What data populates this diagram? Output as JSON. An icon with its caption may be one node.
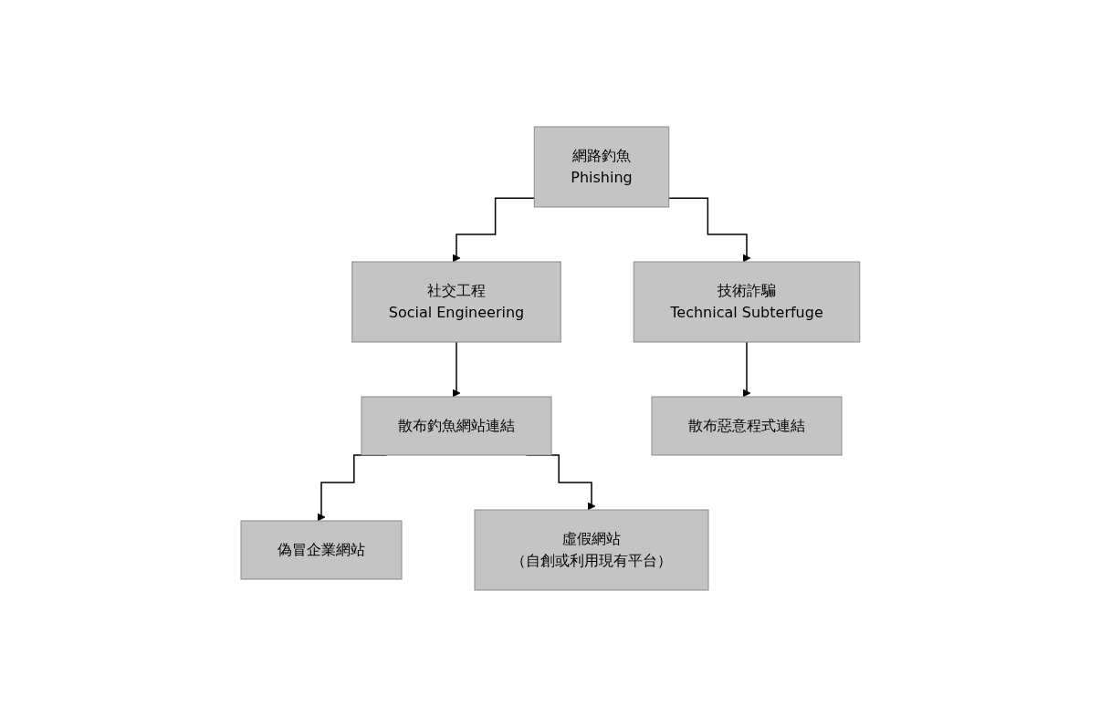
{
  "diagram": {
    "nodes": [
      {
        "text": [
          "網路釣魚",
          "Phishing"
        ]
      },
      {
        "text": [
          "社交工程",
          "Social Engineering"
        ]
      },
      {
        "text": [
          "技術詐騙",
          "Technical Subterfuge"
        ]
      },
      {
        "text": [
          "散布釣魚網站連結"
        ]
      },
      {
        "text": [
          "散布惡意程式連結"
        ]
      },
      {
        "text": [
          "偽冒企業網站"
        ]
      },
      {
        "text": [
          "虛假網站",
          "（自創或利用現有平台）"
        ]
      }
    ],
    "edges": [
      {
        "from": 0,
        "to": 1,
        "arrow": "to"
      },
      {
        "from": 0,
        "to": 2,
        "arrow": "to"
      },
      {
        "from": 1,
        "to": 3,
        "arrow": "to"
      },
      {
        "from": 2,
        "to": 4,
        "arrow": "to"
      },
      {
        "from": 3,
        "to": 5,
        "arrow": "to"
      },
      {
        "from": 3,
        "to": 6,
        "arrow": "to"
      }
    ]
  }
}
